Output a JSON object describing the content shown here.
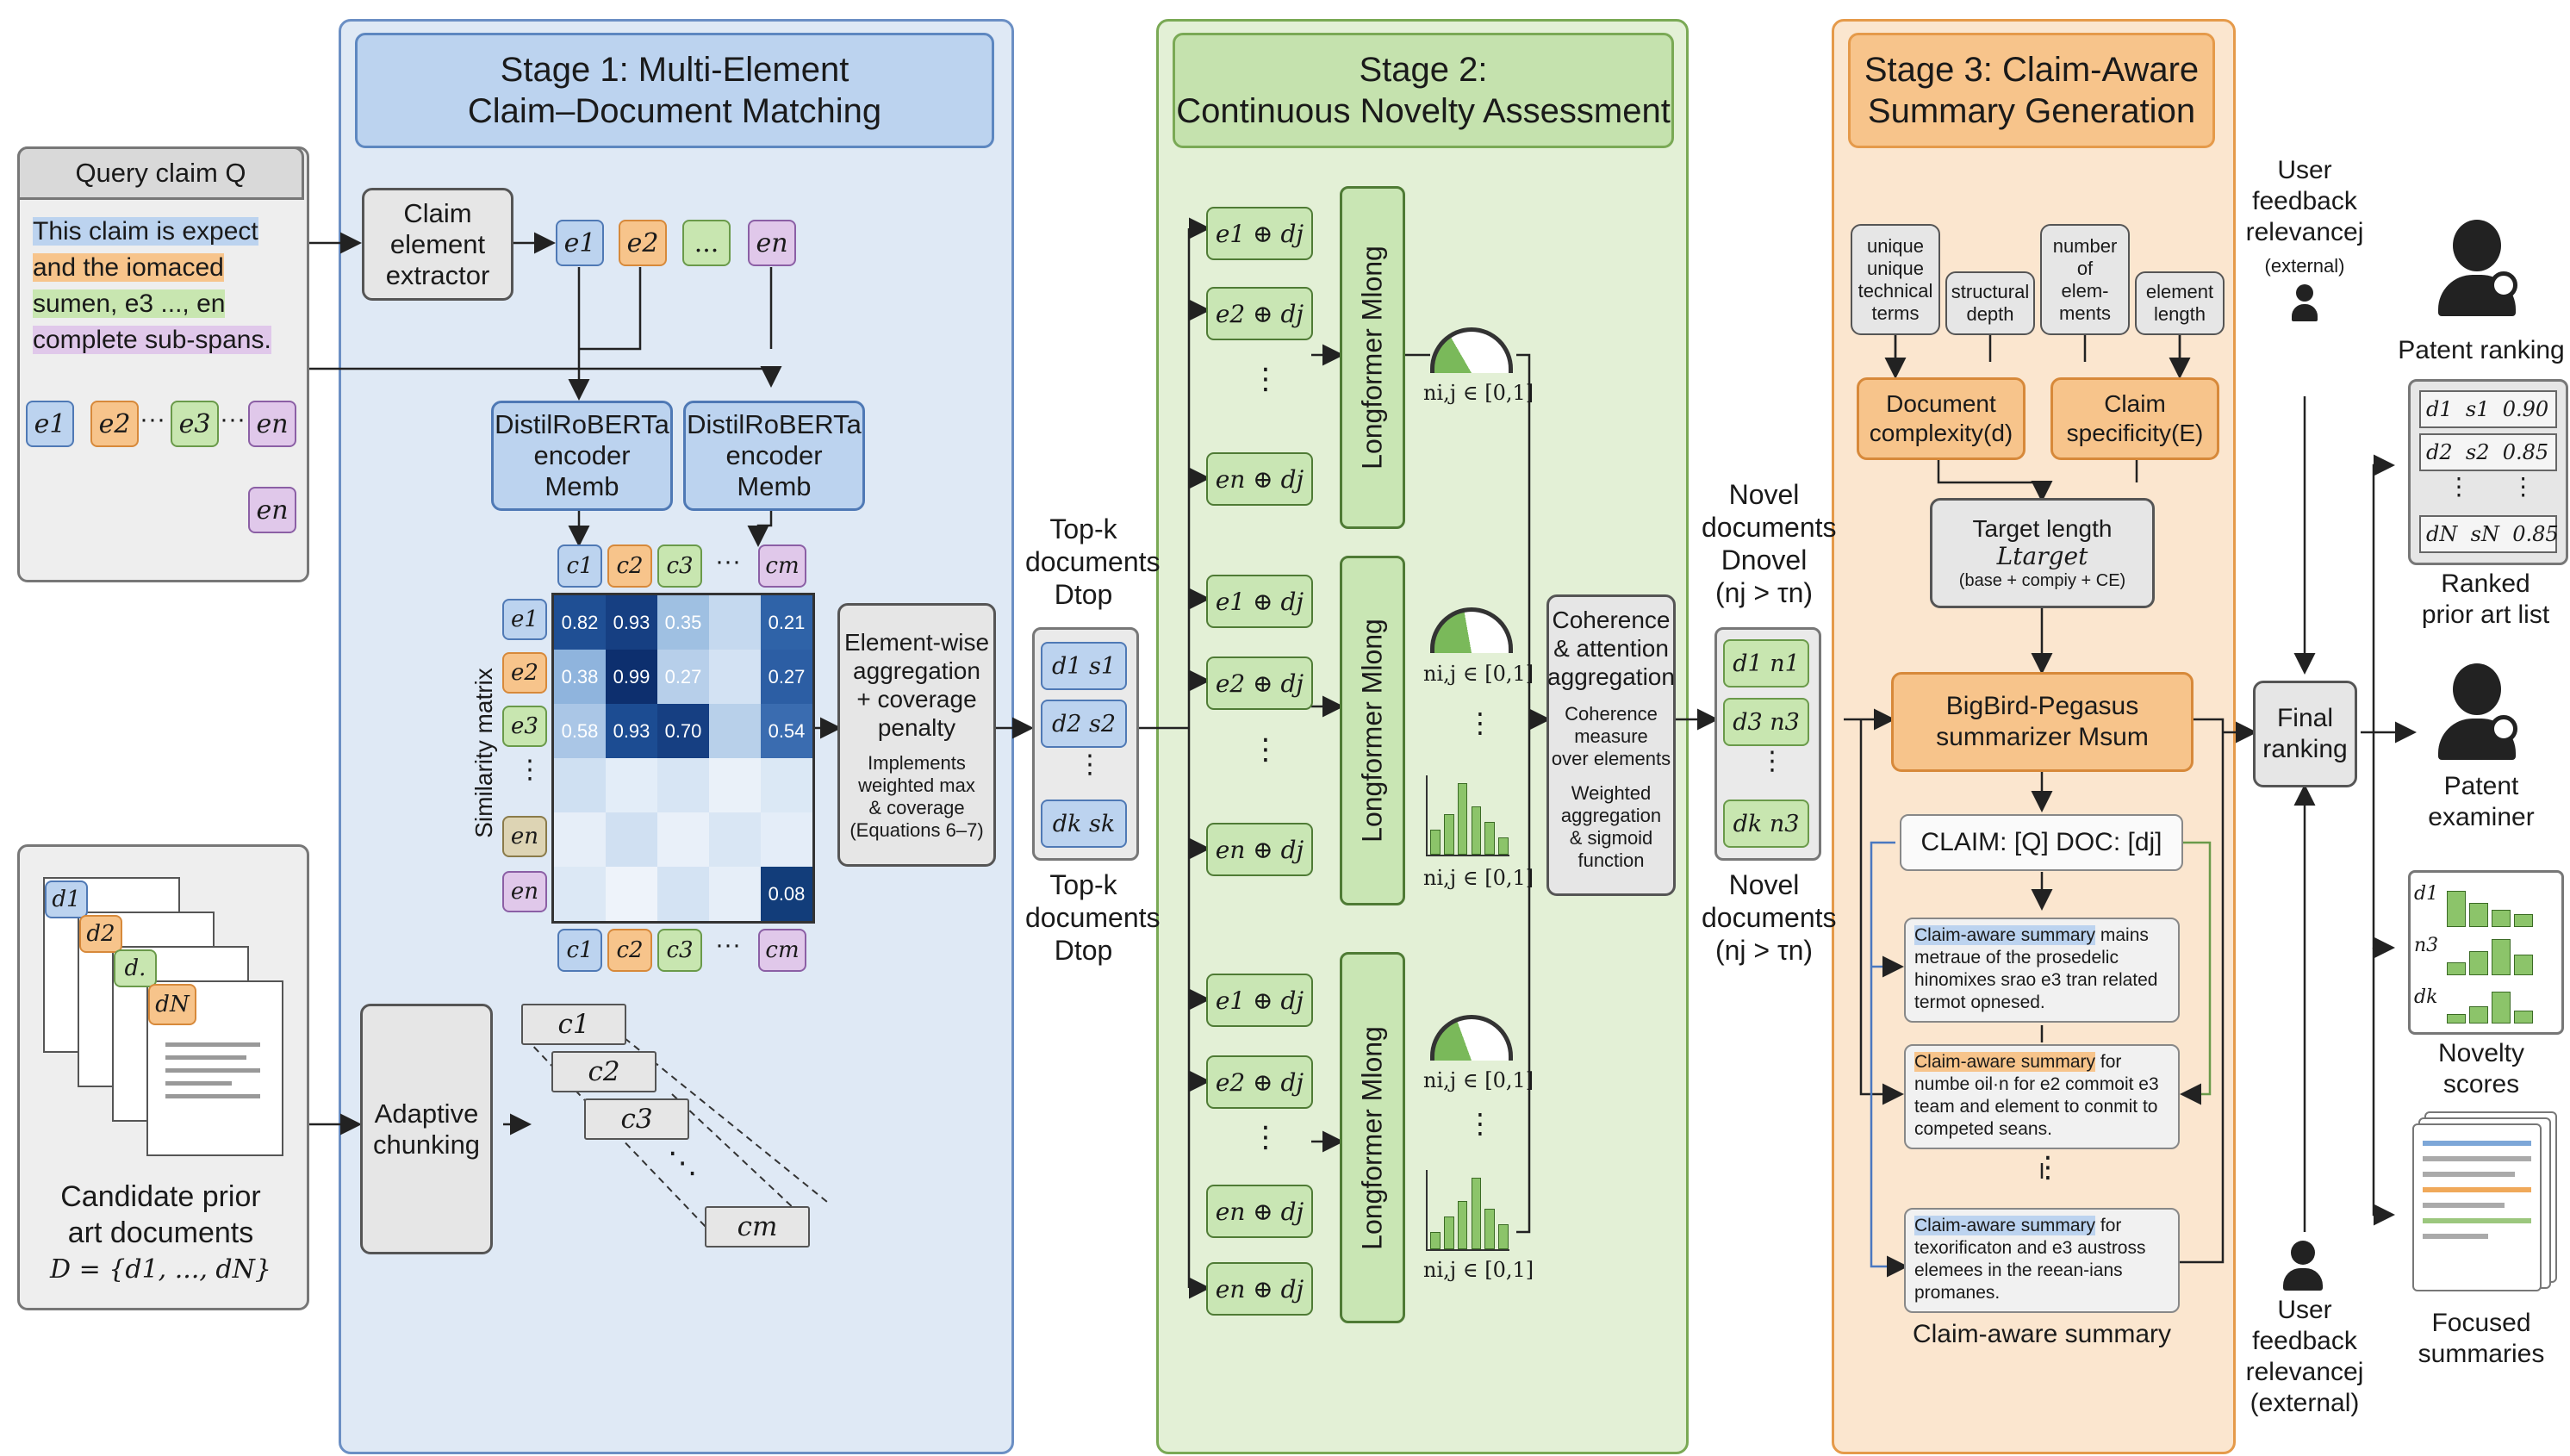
{
  "colors": {
    "stage1_bg": "#dfe9f5",
    "stage1_border": "#6b8fc4",
    "stage2_bg": "#e3f0d6",
    "stage2_border": "#7aa955",
    "stage3_bg": "#fbe6cf",
    "stage3_border": "#e59a4a",
    "box_gray": "#e6e6e6",
    "element_blue": "#bcd3ef",
    "element_orange": "#f7c48b",
    "element_green": "#c8e6b0",
    "element_purple": "#e0c8ea",
    "matrix_dark": "#123d7a"
  },
  "query": {
    "title": "Query claim Q",
    "text_lines": [
      "This claim is expect",
      "and the iomaced",
      "sumen, e3 ..., en",
      "complete sub-spans."
    ],
    "elements": [
      "e1",
      "e2",
      "···",
      "e3",
      "···",
      "en",
      "en"
    ]
  },
  "candidates": {
    "doc_labels": [
      "d1",
      "d2",
      "d.",
      "dN"
    ],
    "label": "Candidate prior\nart documents",
    "formula": "D = {d1, ..., dN}"
  },
  "stage1": {
    "title": "Stage 1: Multi-Element\nClaim–Document Matching",
    "extractor": "Claim\nelement\nextractor",
    "element_chips": [
      "e1",
      "e2",
      "...",
      "en"
    ],
    "encoder1": "DistilRoBERTa\nencoder Memb",
    "encoder2": "DistilRoBERTa\nencoder Memb",
    "col_chips_top": [
      "c1",
      "c2",
      "c3",
      "···",
      "cm"
    ],
    "col_chips_bottom": [
      "c1",
      "c2",
      "c3",
      "···",
      "cm"
    ],
    "row_chips": [
      "e1",
      "e2",
      "e3",
      "⋮",
      "en",
      "en"
    ],
    "matrix_label": "Similarity matrix",
    "aggregation_title": "Element-wise\naggregation\n+ coverage\npenalty",
    "aggregation_sub": "Implements\nweighted max\n& coverage\n(Equations 6–7)",
    "chunking": "Adaptive\nchunking",
    "chunks": [
      "c1",
      "c2",
      "c3",
      "cm"
    ],
    "chunk_dots": "⋱"
  },
  "matrix": {
    "values": [
      [
        "0.82",
        "0.93",
        "0.35",
        "",
        "0.21"
      ],
      [
        "0.38",
        "0.99",
        "0.27",
        "",
        "0.27"
      ],
      [
        "0.58",
        "0.93",
        "0.70",
        "",
        "0.54"
      ],
      [
        "",
        "",
        "",
        "",
        ""
      ],
      [
        "",
        "",
        "",
        "",
        ""
      ],
      [
        "",
        "",
        "",
        "",
        "0.08"
      ]
    ],
    "shades": [
      [
        "#1f4f94",
        "#163f82",
        "#9fc0e2",
        "#c5d9ef",
        "#2f63a8"
      ],
      [
        "#8fb4dd",
        "#0d2f6e",
        "#b7cfea",
        "#d3e2f3",
        "#2c5ea4"
      ],
      [
        "#aac6e6",
        "#1c4c92",
        "#163f82",
        "#b8d0ea",
        "#3a6cb0"
      ],
      [
        "#cfe0f2",
        "#e3edf8",
        "#d7e5f4",
        "#eaf1f9",
        "#dbe8f5"
      ],
      [
        "#e6eef8",
        "#d0e0f2",
        "#e9f0f9",
        "#d9e6f4",
        "#e4edf8"
      ],
      [
        "#dce8f5",
        "#eef3fa",
        "#d4e3f3",
        "#e6eef8",
        "#123d7a"
      ]
    ]
  },
  "topk": {
    "label_top": "Top-k\ndocuments\nDtop",
    "label_bottom": "Top-k\ndocuments\nDtop",
    "rows": [
      "d1  s1",
      "d2  s2",
      "⋮",
      "dk  sk"
    ]
  },
  "stage2": {
    "title": "Stage 2:\nContinuous Novelty Assessment",
    "groups": [
      {
        "chips": [
          "e1 ⊕ dj",
          "e2 ⊕ dj",
          "⋮",
          "en ⊕ dj"
        ],
        "longformer": "Longformer Mlong",
        "score": "ni,j ∈ [0,1]"
      },
      {
        "chips": [
          "e1 ⊕ dj",
          "e2 ⊕ dj",
          "⋮",
          "en ⊕ dj"
        ],
        "longformer": "Longformer Mlong",
        "score": "ni,j ∈ [0,1]",
        "score2": "ni,j ∈ [0,1]"
      },
      {
        "chips": [
          "e1 ⊕ dj",
          "e2 ⊕ dj",
          "⋮",
          "en ⊕ dj",
          "en ⊕ dj"
        ],
        "longformer": "Longformer Mlong",
        "score": "ni,j ∈ [0,1]",
        "score2": "ni,j ∈ [0,1]"
      }
    ],
    "coherence_title": "Coherence\n& attention\naggregation",
    "coherence_sub1": "Coherence\nmeasure\nover elements",
    "coherence_sub2": "Weighted\naggregation\n& sigmoid\nfunction",
    "bar_values": [
      0.3,
      0.5,
      0.9,
      0.6,
      0.4,
      0.2
    ]
  },
  "novel": {
    "label_top": "Novel\ndocuments\nDnovel\n(nj > τn)",
    "label_bottom": "Novel\ndocuments\n(nj > τn)",
    "rows": [
      "d1  n1",
      "d3  n3",
      "⋮",
      "dk  n3"
    ]
  },
  "stage3": {
    "title": "Stage 3: Claim-Aware\nSummary Generation",
    "features": [
      "unique\nunique\ntechnical\nterms",
      "structural\ndepth",
      "number\nof\nelem-\nments",
      "element\nlength"
    ],
    "doc_complexity": "Document\ncomplexity(d)",
    "claim_specificity": "Claim\nspecificity(E)",
    "target_length": "Target length",
    "target_symbol": "Ltarget",
    "target_sub": "(base + compiy + CE)",
    "summarizer": "BigBird-Pegasus\nsummarizer Msum",
    "prompt": "CLAIM: [Q] DOC: [dj]",
    "summaries": [
      {
        "hl": "Claim-aware summary",
        "rest": " mains metraue of the prosedelic hinomixes srao e3 tran related termot opnesed."
      },
      {
        "hl": "Claim-aware summary",
        "rest": " for numbe oil·n for e2 commoit e3 team and element to conmit to competed seans."
      },
      {
        "hl": "Claim-aware summary",
        "rest": " for texorificaton and e3 austross elemees in the reean-ians promanes."
      }
    ],
    "summary_dots": "⋮",
    "summary_label": "Claim-aware summary"
  },
  "output": {
    "feedback_top": "User\nfeedback\nrelevancej",
    "feedback_top_sub": "(external)",
    "final_ranking": "Final\nranking",
    "feedback_bottom": "User\nfeedback\nrelevancej\n(external)",
    "patent_ranking": "Patent ranking",
    "ranked_rows": [
      "d1  s1  0.90",
      "d2  s2  0.85",
      "⋮      ⋮",
      "dN  sN  0.85"
    ],
    "ranked_label": "Ranked\nprior art list",
    "examiner": "Patent\nexaminer",
    "novelty_label": "Novelty\nscores",
    "novelty_rows": [
      "d1",
      "n3",
      "dk"
    ],
    "summaries_label": "Focused\nsummaries"
  }
}
